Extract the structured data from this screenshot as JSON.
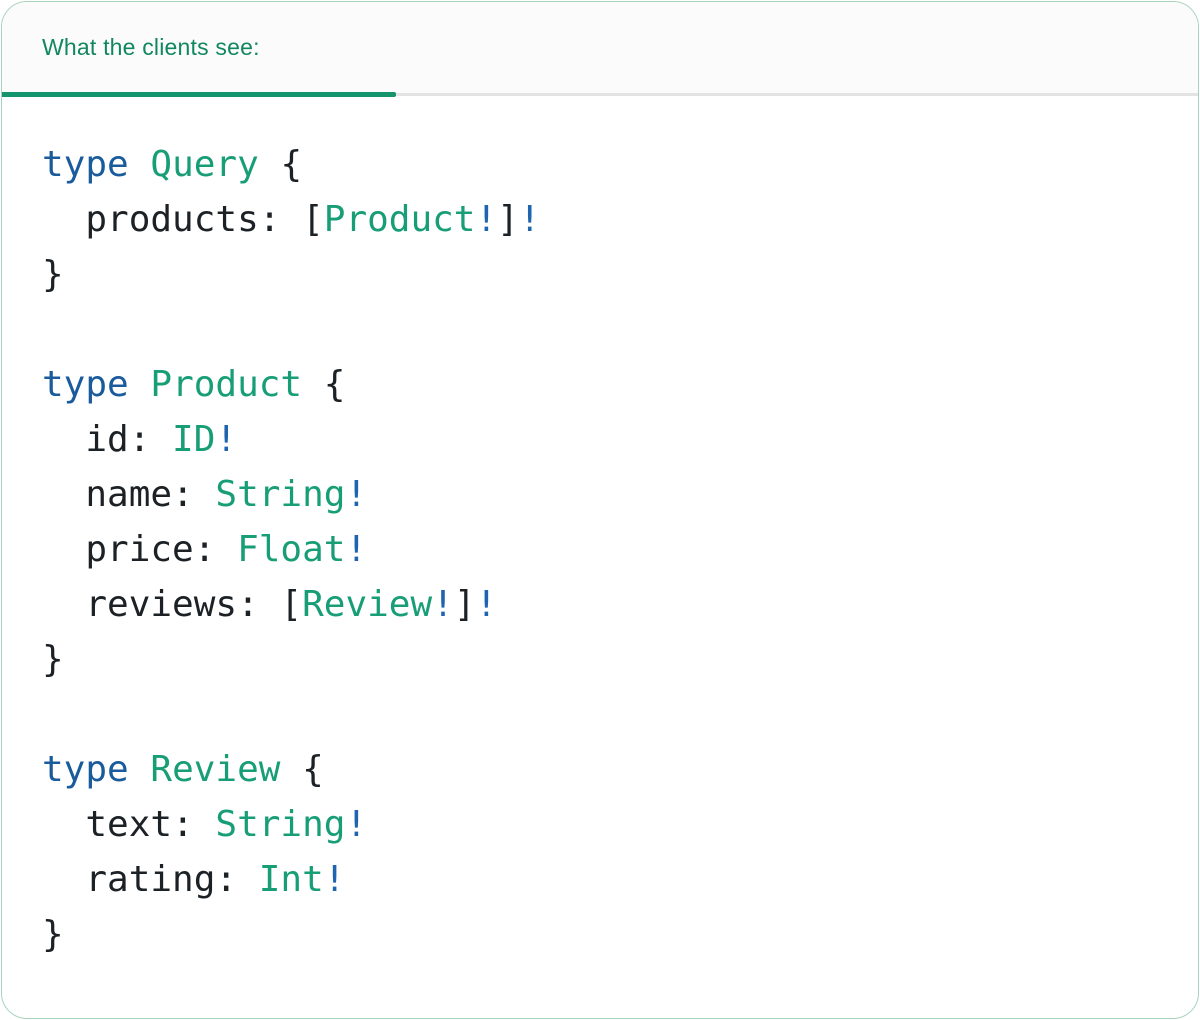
{
  "tab": {
    "label": "What the clients see:"
  },
  "colors": {
    "tab_text": "#11875f",
    "tab_indicator": "#13946b",
    "divider_gray": "#e3e3e3",
    "header_bg": "#fbfbfb",
    "card_border": "#a8d3bd",
    "code_text": "#1c2126",
    "keyword_blue": "#1a5b9c",
    "type_green": "#189e76",
    "bang_blue": "#1e64af"
  },
  "code": {
    "language": "graphql",
    "lines": [
      [
        {
          "c": "kw",
          "t": "type"
        },
        {
          "c": "plain",
          "t": " "
        },
        {
          "c": "type",
          "t": "Query"
        },
        {
          "c": "plain",
          "t": " {"
        }
      ],
      [
        {
          "c": "plain",
          "t": "  products: ["
        },
        {
          "c": "type",
          "t": "Product"
        },
        {
          "c": "bang",
          "t": "!"
        },
        {
          "c": "plain",
          "t": "]"
        },
        {
          "c": "bang",
          "t": "!"
        }
      ],
      [
        {
          "c": "plain",
          "t": "}"
        }
      ],
      [],
      [
        {
          "c": "kw",
          "t": "type"
        },
        {
          "c": "plain",
          "t": " "
        },
        {
          "c": "type",
          "t": "Product"
        },
        {
          "c": "plain",
          "t": " {"
        }
      ],
      [
        {
          "c": "plain",
          "t": "  id: "
        },
        {
          "c": "type",
          "t": "ID"
        },
        {
          "c": "bang",
          "t": "!"
        }
      ],
      [
        {
          "c": "plain",
          "t": "  name: "
        },
        {
          "c": "type",
          "t": "String"
        },
        {
          "c": "bang",
          "t": "!"
        }
      ],
      [
        {
          "c": "plain",
          "t": "  price: "
        },
        {
          "c": "type",
          "t": "Float"
        },
        {
          "c": "bang",
          "t": "!"
        }
      ],
      [
        {
          "c": "plain",
          "t": "  reviews: ["
        },
        {
          "c": "type",
          "t": "Review"
        },
        {
          "c": "bang",
          "t": "!"
        },
        {
          "c": "plain",
          "t": "]"
        },
        {
          "c": "bang",
          "t": "!"
        }
      ],
      [
        {
          "c": "plain",
          "t": "}"
        }
      ],
      [],
      [
        {
          "c": "kw",
          "t": "type"
        },
        {
          "c": "plain",
          "t": " "
        },
        {
          "c": "type",
          "t": "Review"
        },
        {
          "c": "plain",
          "t": " {"
        }
      ],
      [
        {
          "c": "plain",
          "t": "  text: "
        },
        {
          "c": "type",
          "t": "String"
        },
        {
          "c": "bang",
          "t": "!"
        }
      ],
      [
        {
          "c": "plain",
          "t": "  rating: "
        },
        {
          "c": "type",
          "t": "Int"
        },
        {
          "c": "bang",
          "t": "!"
        }
      ],
      [
        {
          "c": "plain",
          "t": "}"
        }
      ]
    ]
  }
}
